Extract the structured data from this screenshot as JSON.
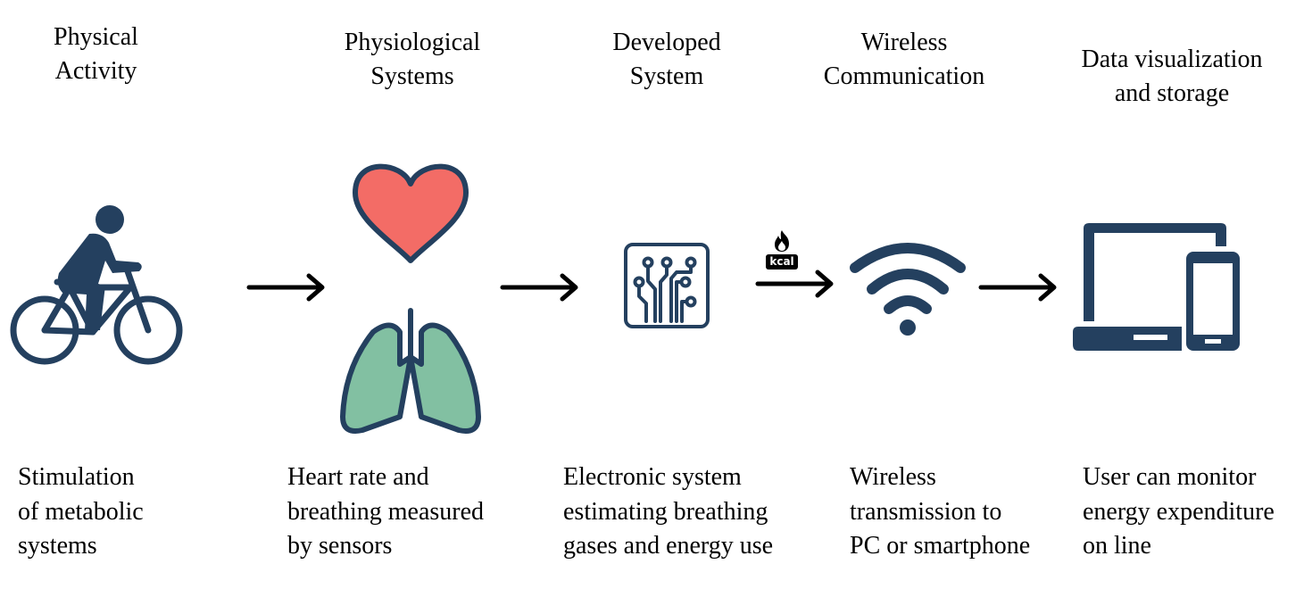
{
  "colors": {
    "icon_navy": "#24405f",
    "heart_fill": "#f36c66",
    "lungs_fill": "#82c0a2",
    "arrow": "#000000",
    "text": "#000000"
  },
  "stages": [
    {
      "title": [
        "Physical",
        "Activity"
      ],
      "icon": "cyclist-icon",
      "description": [
        "Stimulation",
        "of metabolic",
        "systems"
      ]
    },
    {
      "title": [
        "Physiological",
        "Systems"
      ],
      "icon": "heart-and-lungs-icon",
      "description": [
        "Heart rate and",
        "breathing measured",
        "by sensors"
      ]
    },
    {
      "title": [
        "Developed",
        "System"
      ],
      "icon": "circuit-board-icon",
      "description": [
        "Electronic system",
        "estimating breathing",
        "gases and energy use"
      ]
    },
    {
      "title": [
        "Wireless",
        "Communication"
      ],
      "icon": "wifi-icon",
      "description": [
        "Wireless",
        "transmission to",
        "PC or smartphone"
      ]
    },
    {
      "title": [
        "Data visualization",
        "and storage"
      ],
      "icon": "laptop-and-phone-icon",
      "description": [
        "User can monitor",
        "energy expenditure",
        "on line"
      ]
    }
  ],
  "arrows": [
    {
      "from": "Physical Activity",
      "to": "Physiological Systems"
    },
    {
      "from": "Physiological Systems",
      "to": "Developed System"
    },
    {
      "from": "Developed System",
      "to": "Wireless Communication",
      "badge": "kcal",
      "badge_icon": "flame-icon"
    },
    {
      "from": "Wireless Communication",
      "to": "Data visualization and storage"
    }
  ]
}
